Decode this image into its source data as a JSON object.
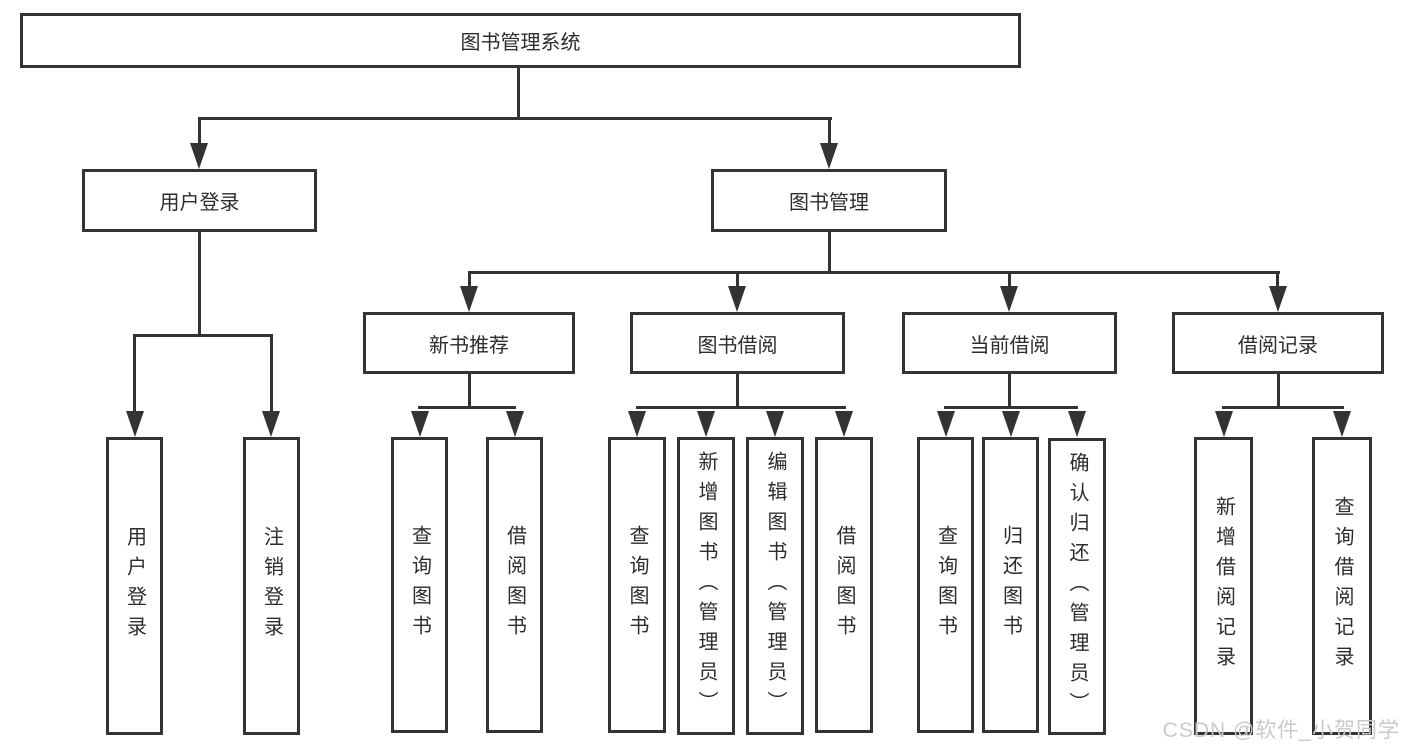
{
  "diagram": {
    "title": "图书管理系统",
    "branches": [
      {
        "label": "用户登录",
        "children": [
          {
            "label": "用户登录"
          },
          {
            "label": "注销登录"
          }
        ]
      },
      {
        "label": "图书管理",
        "children": [
          {
            "label": "新书推荐",
            "children": [
              {
                "label": "查询图书"
              },
              {
                "label": "借阅图书"
              }
            ]
          },
          {
            "label": "图书借阅",
            "children": [
              {
                "label": "查询图书"
              },
              {
                "label": "新增图书（管理员）"
              },
              {
                "label": "编辑图书（管理员）"
              },
              {
                "label": "借阅图书"
              }
            ]
          },
          {
            "label": "当前借阅",
            "children": [
              {
                "label": "查询图书"
              },
              {
                "label": "归还图书"
              },
              {
                "label": "确认归还（管理员）"
              }
            ]
          },
          {
            "label": "借阅记录",
            "children": [
              {
                "label": "新增借阅记录"
              },
              {
                "label": "查询借阅记录"
              }
            ]
          }
        ]
      }
    ]
  },
  "watermark": {
    "text": "CSDN @软件_小贺同学"
  },
  "colors": {
    "line": "#333333",
    "text": "#2d2d2d",
    "watermark": "#c9c9c9",
    "background": "#ffffff"
  }
}
